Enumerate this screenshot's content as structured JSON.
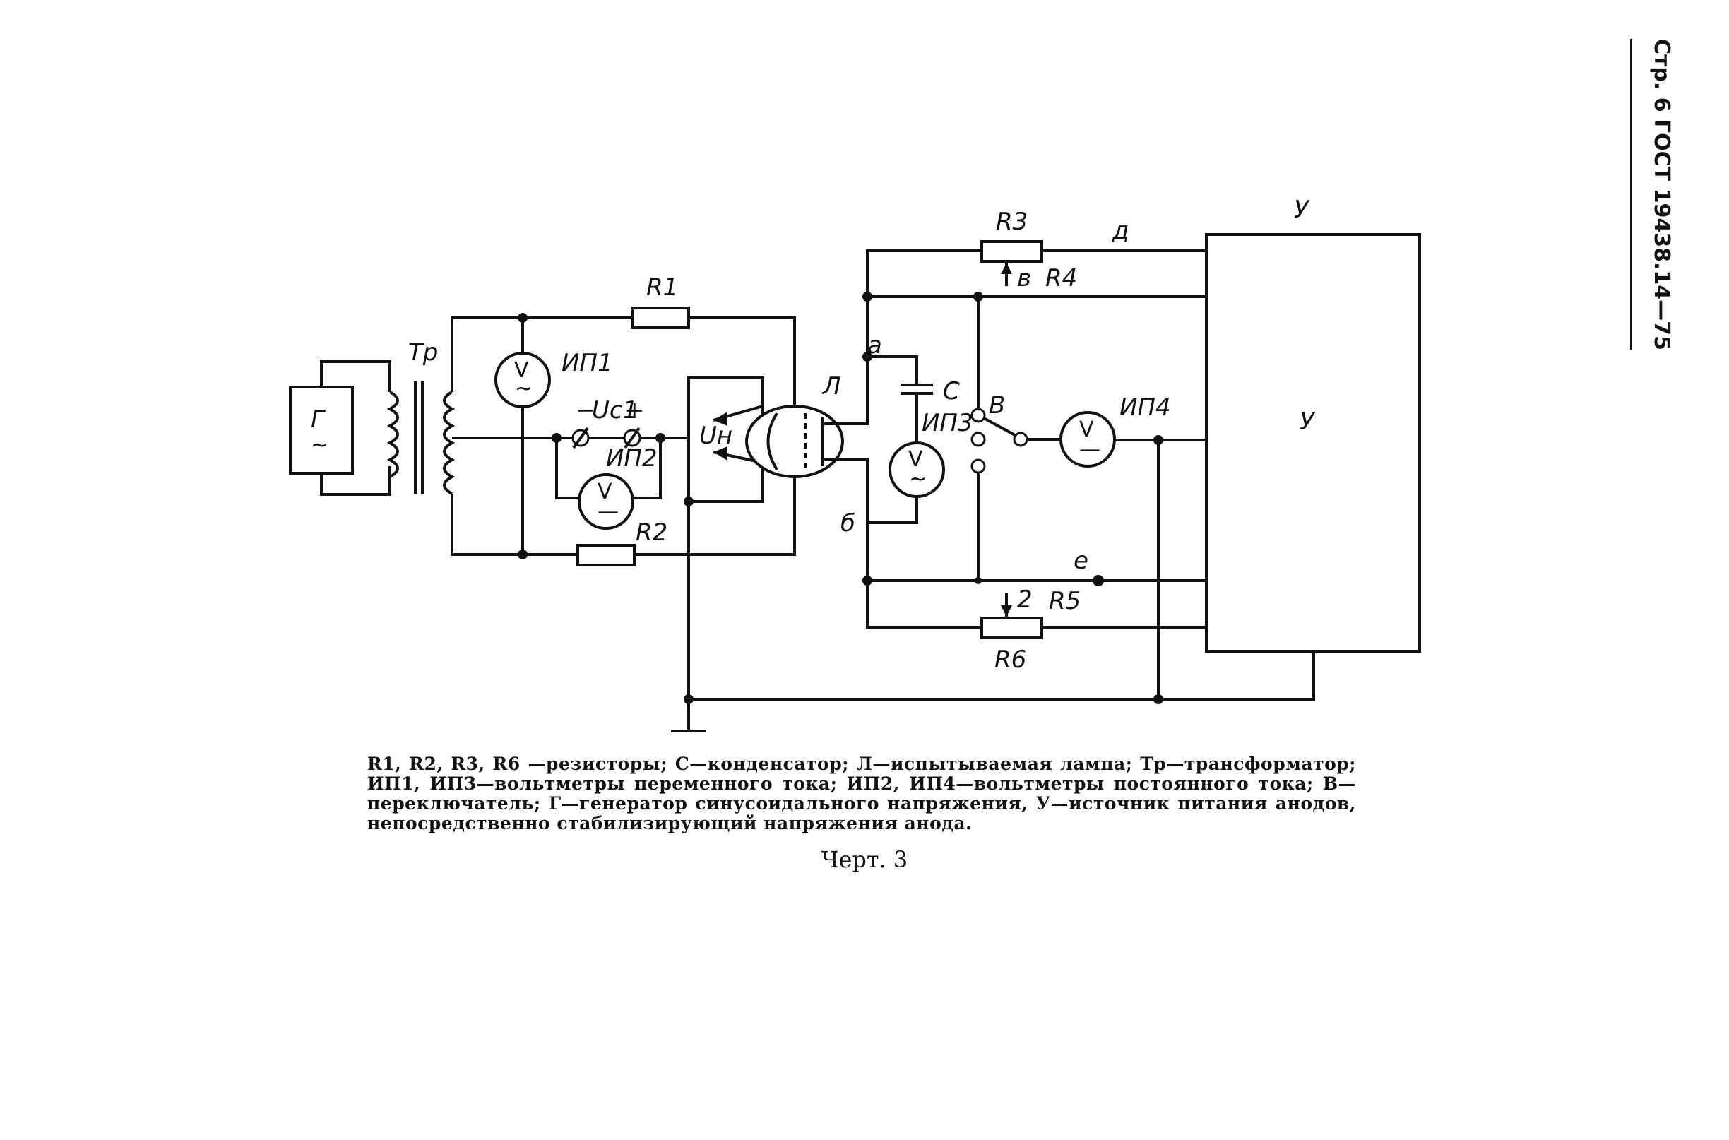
{
  "page_header": "Стр. 6 ГОСТ 19438.14—75",
  "labels": {
    "generator": "Г",
    "tr": "Тр",
    "ip1": "ИП1",
    "ip2": "ИП2",
    "ip3": "ИП3",
    "ip4": "ИП4",
    "r1": "R1",
    "r2": "R2",
    "r3": "R3",
    "r4": "R4",
    "r5": "R5",
    "r6": "R6",
    "lamp": "Л",
    "cap": "С",
    "switch": "В",
    "ucmin": "−",
    "uc": "Uc1",
    "ucplus": "+",
    "un": "Uн",
    "node_a": "а",
    "node_b": "б",
    "node_v": "в",
    "node_g": "2",
    "node_d": "д",
    "node_e": "е",
    "supply_top": "У",
    "supply_mid": "У",
    "voltmeter": "V",
    "ac": "~",
    "dc": "—"
  },
  "caption": "R1, R2, R3, R6 —резисторы; С—конденсатор; Л—испытываемая лампа; Тр—трансформатор; ИП1, ИП3—вольтметры переменного тока; ИП2, ИП4—вольтметры постоянного тока; В—переключатель; Г—генератор синусоидального напряжения, У—источник питания анодов, непосредственно стабилизирующий напряжения анода.",
  "figure_label": "Черт. 3"
}
